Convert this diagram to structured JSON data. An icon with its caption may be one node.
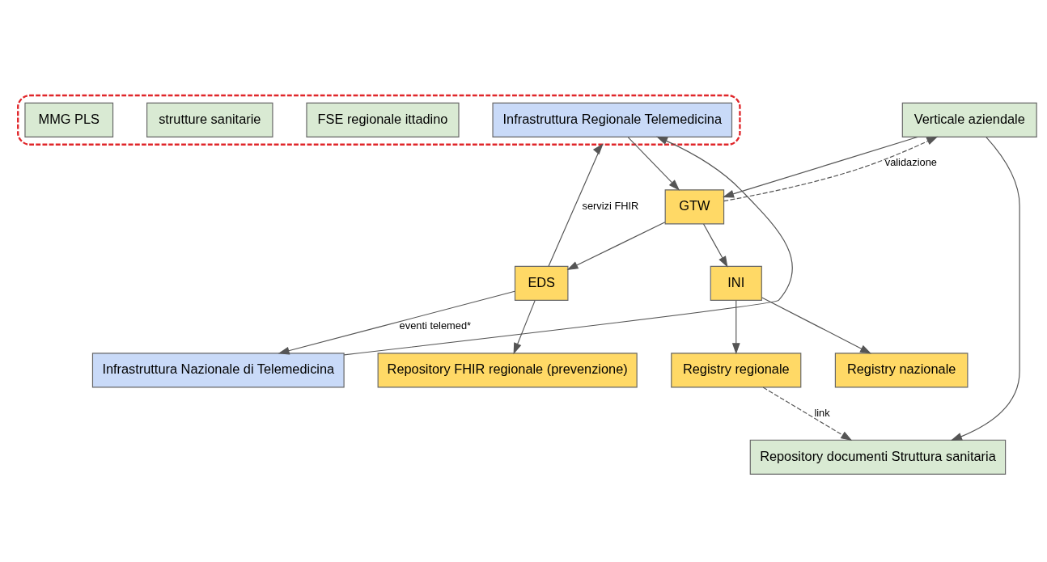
{
  "diagram": {
    "nodes": [
      {
        "text": [],
        "shape": "box"
      },
      {
        "text": [
          "Infrastruttura Regionale Telemedicina"
        ],
        "in": 0
      },
      {
        "text": [
          "FSE regionale ittadino"
        ],
        "in": 0
      },
      {
        "text": [
          "strutture sanitarie"
        ],
        "in": 0
      },
      {
        "text": [
          "MMG PLS"
        ],
        "in": 0
      },
      {
        "text": [
          "Verticale aziendale"
        ]
      },
      {
        "text": [
          "GTW"
        ]
      },
      {
        "text": [
          "EDS"
        ]
      },
      {
        "text": [
          "INI"
        ]
      },
      {
        "text": [
          "Repository documenti Struttura sanitaria"
        ]
      },
      {
        "text": [
          "Registry regionale"
        ]
      },
      {
        "text": [
          "Registry nazionale"
        ]
      },
      {
        "text": [
          "Infrastruttura Nazionale di Telemedicina"
        ]
      },
      {
        "text": [
          "Repository FHIR regionale (prevenzione)"
        ]
      }
    ],
    "edges": [
      {
        "from": 12,
        "to": 1,
        "arrow": "to"
      },
      {
        "from": 1,
        "to": 6,
        "arrow": "to"
      },
      {
        "from": 5,
        "to": 6,
        "arrow": "to"
      },
      {
        "from": 6,
        "to": 5,
        "arrow": "to",
        "label": "validazione",
        "style": "dashed"
      },
      {
        "from": 6,
        "to": 7,
        "arrow": "to"
      },
      {
        "from": 7,
        "to": 0,
        "arrow": "to",
        "label": "servizi FHIR"
      },
      {
        "from": 7,
        "to": 12,
        "arrow": "to",
        "label": "eventi telemed*"
      },
      {
        "from": 7,
        "to": 13,
        "arrow": "to"
      },
      {
        "from": 6,
        "to": 8,
        "arrow": "to"
      },
      {
        "from": 8,
        "to": 10,
        "arrow": "to"
      },
      {
        "from": 8,
        "to": 11,
        "arrow": "to"
      },
      {
        "from": 5,
        "to": 9,
        "arrow": "to"
      },
      {
        "from": 10,
        "to": 9,
        "arrow": "to",
        "label": "link",
        "style": "dashed"
      }
    ]
  }
}
